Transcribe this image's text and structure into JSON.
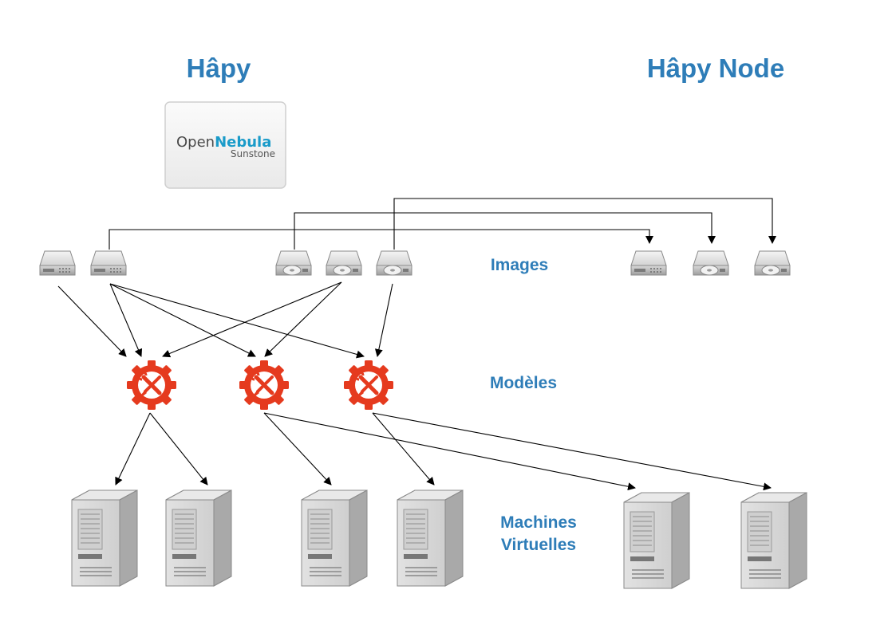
{
  "header": {
    "left_title": "Hâpy",
    "right_title": "Hâpy Node"
  },
  "sunstone": {
    "open": "Open",
    "nebula": "Nebula",
    "sub": "Sunstone"
  },
  "labels": {
    "images": "Images",
    "templates": "Modèles",
    "vms_line1": "Machines",
    "vms_line2": "Virtuelles"
  },
  "colors": {
    "title_blue": "#2e7db8",
    "gear_red": "#e53a1e",
    "nebula_blue": "#1a9bc9",
    "disk_grey": "#c8c8c8"
  },
  "icons": {
    "disk": "hard-disk-icon",
    "optical": "optical-disc-drive-icon",
    "template": "gear-tools-icon",
    "server": "server-tower-icon"
  }
}
